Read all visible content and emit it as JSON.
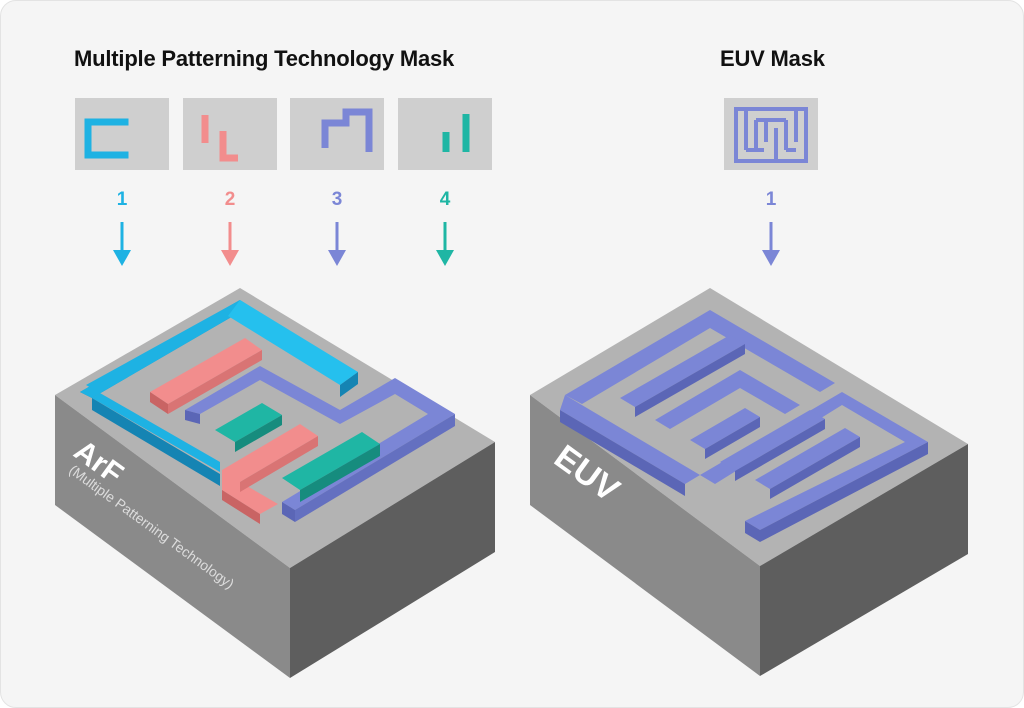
{
  "left_panel": {
    "heading": "Multiple Patterning Technology Mask",
    "masks": [
      {
        "number": "1",
        "color": "#1eb2e3"
      },
      {
        "number": "2",
        "color": "#f28d8d"
      },
      {
        "number": "3",
        "color": "#7b86d6"
      },
      {
        "number": "4",
        "color": "#1fb6a4"
      }
    ],
    "chip": {
      "label": "ArF",
      "sublabel": "(Multiple Patterning Technology)"
    }
  },
  "right_panel": {
    "heading": "EUV Mask",
    "masks": [
      {
        "number": "1",
        "color": "#7b86d6"
      }
    ],
    "chip": {
      "label": "EUV"
    }
  },
  "colors": {
    "background": "#f5f5f5",
    "mask_box": "#cfcfcf",
    "chip_top": "#b3b3b3",
    "chip_side_left": "#8a8a8a",
    "chip_side_right": "#5e5e5e"
  }
}
